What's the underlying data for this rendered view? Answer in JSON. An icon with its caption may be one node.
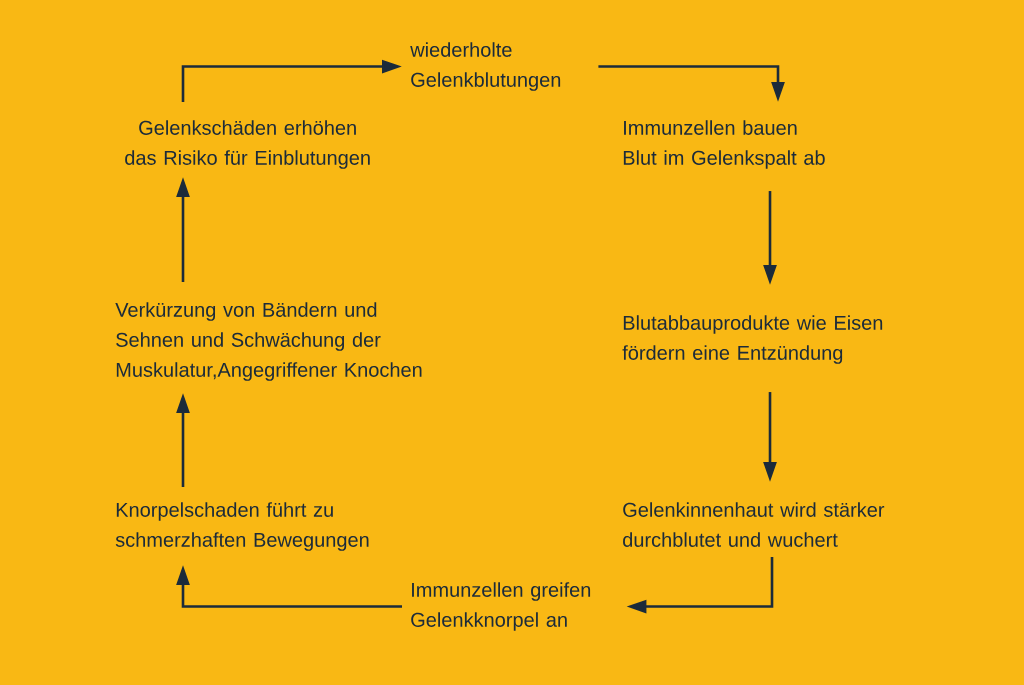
{
  "diagram": {
    "nodes": [
      {
        "text": [
          "wiederholte Gelenkblutungen"
        ]
      },
      {
        "text": [
          "Immunzellen bauen Blut im Gelenkspalt ab"
        ]
      },
      {
        "text": [
          "Blutabbauprodukte wie Eisen fördern eine Entzündung"
        ]
      },
      {
        "text": [
          "Gelenkinnenhaut wird stärker durchblutet und wuchert"
        ]
      },
      {
        "text": [
          "Immunzellen greifen Gelenkknorpel an"
        ]
      },
      {
        "text": [
          "Knorpelschaden führt zu schmerzhaften Bewegungen"
        ]
      },
      {
        "text": [
          "Verkürzung von Bändern und Sehnen und Schwächung der Muskulatur,Angegriffener Knochen"
        ]
      },
      {
        "text": [
          "Gelenkschäden erhöhen das Risiko für Einblutungen"
        ]
      }
    ],
    "edges": [
      {
        "from": 0,
        "to": 1,
        "arrow": "to"
      },
      {
        "from": 1,
        "to": 2,
        "arrow": "to"
      },
      {
        "from": 2,
        "to": 3,
        "arrow": "to"
      },
      {
        "from": 3,
        "to": 4,
        "arrow": "to"
      },
      {
        "from": 4,
        "to": 5,
        "arrow": "to"
      },
      {
        "from": 5,
        "to": 6,
        "arrow": "to"
      },
      {
        "from": 6,
        "to": 7,
        "arrow": "to"
      },
      {
        "from": 7,
        "to": 0,
        "arrow": "to"
      }
    ]
  }
}
